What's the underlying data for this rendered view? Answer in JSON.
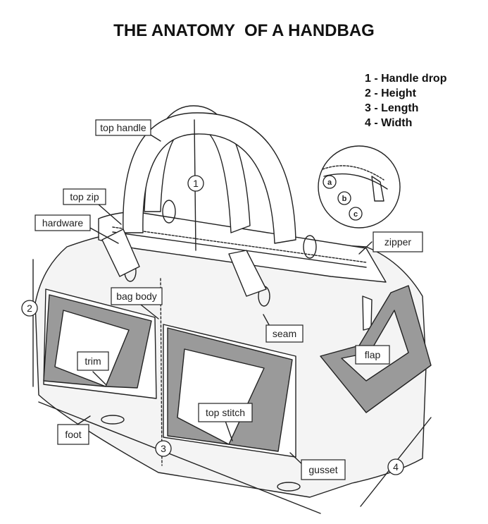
{
  "title": "THE ANATOMY  OF A HANDBAG",
  "legend": [
    {
      "num": "1",
      "label": "Handle drop"
    },
    {
      "num": "2",
      "label": "Height"
    },
    {
      "num": "3",
      "label": "Length"
    },
    {
      "num": "4",
      "label": "Width"
    }
  ],
  "labels": {
    "top_handle": "top handle",
    "top_zip": "top zip",
    "hardware": "hardware",
    "zipper": "zipper",
    "bag_body": "bag body",
    "seam": "seam",
    "trim": "trim",
    "flap": "flap",
    "top_stitch": "top stitch",
    "foot": "foot",
    "gusset": "gusset"
  },
  "measure_markers": [
    "1",
    "2",
    "3",
    "4"
  ],
  "detail_markers": [
    "a",
    "b",
    "c"
  ],
  "colors": {
    "ink": "#222222",
    "trim_fill": "#9a9a9a",
    "bag_fill": "#f4f4f4"
  }
}
